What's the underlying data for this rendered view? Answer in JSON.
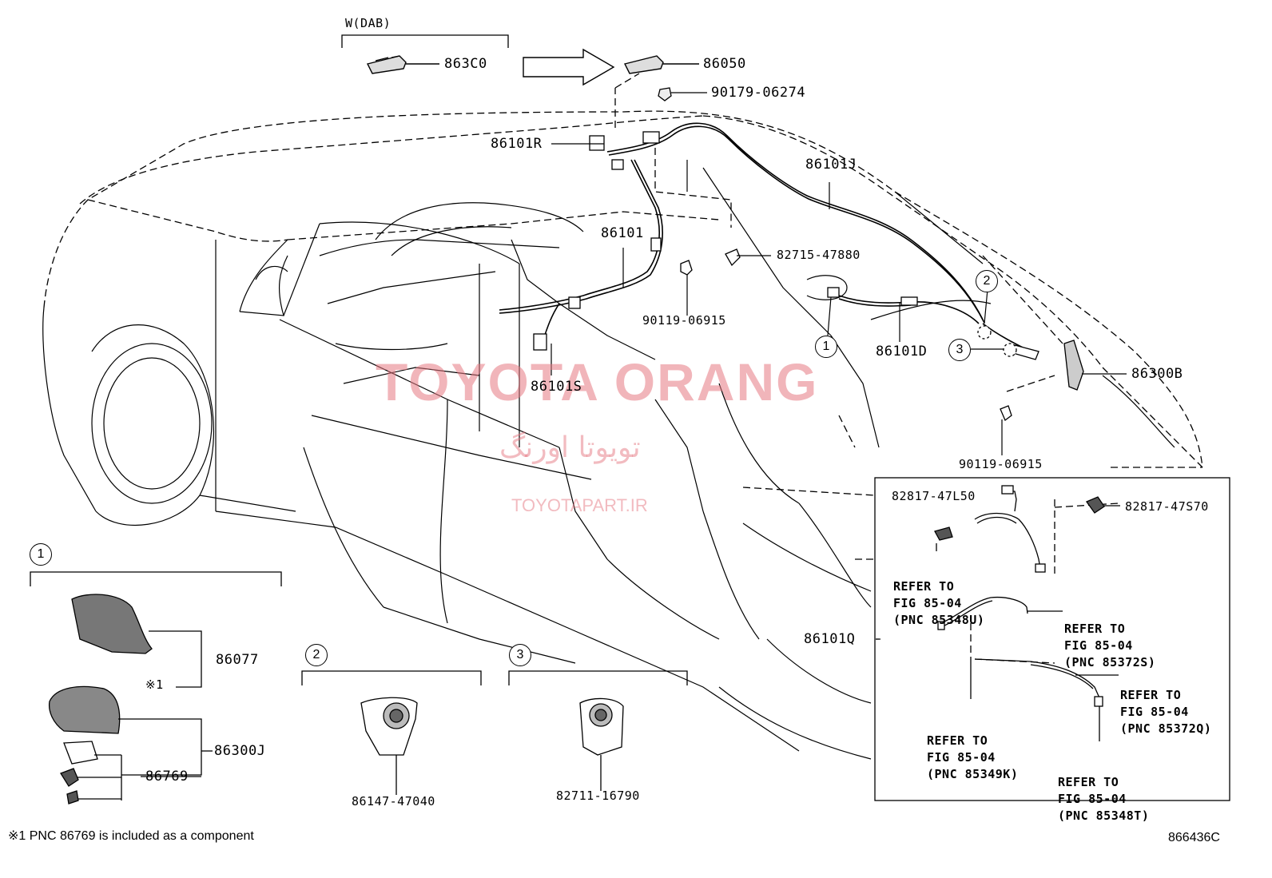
{
  "group_label": "W(DAB)",
  "parts": {
    "p863c0": "863C0",
    "p86050": "86050",
    "p90179_06274": "90179-06274",
    "p86101r": "86101R",
    "p86101j": "86101J",
    "p86101": "86101",
    "p82715_47880": "82715-47880",
    "p90119_06915_a": "90119-06915",
    "p86101d": "86101D",
    "p86101s": "86101S",
    "p86300b": "86300B",
    "p90119_06915_b": "90119-06915",
    "p82817_47l50": "82817-47L50",
    "p82817_47s70": "82817-47S70",
    "p86101q": "86101Q",
    "p86077": "86077",
    "p86300j": "86300J",
    "p86769": "86769",
    "p86147_47040": "86147-47040",
    "p82711_16790": "82711-16790"
  },
  "callouts": {
    "c1_main": "1",
    "c2_main": "2",
    "c3_main": "3",
    "c1_box": "1",
    "c2_box": "2",
    "c3_box": "3"
  },
  "refers": {
    "r85348u": {
      "l1": "REFER TO",
      "l2": "FIG 85-04",
      "l3": "(PNC 85348U)"
    },
    "r85372s": {
      "l1": "REFER TO",
      "l2": "FIG 85-04",
      "l3": "(PNC 85372S)"
    },
    "r85372q": {
      "l1": "REFER TO",
      "l2": "FIG 85-04",
      "l3": "(PNC 85372Q)"
    },
    "r85349k": {
      "l1": "REFER TO",
      "l2": "FIG 85-04",
      "l3": "(PNC 85349K)"
    },
    "r85348t": {
      "l1": "REFER TO",
      "l2": "FIG 85-04",
      "l3": "(PNC 85348T)"
    }
  },
  "footnote_mark": "※1",
  "footnote": "※1 PNC 86769 is included as a component",
  "figure_id": "866436C",
  "watermark": {
    "brand": "TOYOTA ORANG",
    "arabic": "تویوتا اورنگ",
    "site": "TOYOTAPART.IR"
  }
}
